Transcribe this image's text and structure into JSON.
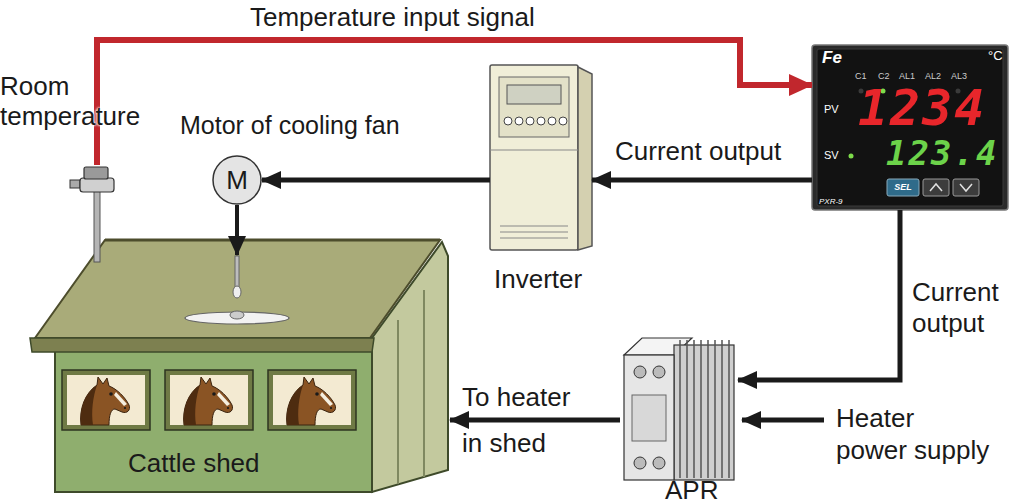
{
  "diagram": {
    "nodes": [
      {
        "text": [
          "Room temperature"
        ]
      },
      {
        "text": [
          "Motor of cooling fan",
          "M"
        ]
      },
      {
        "text": [
          "Inverter"
        ]
      },
      {
        "text": [
          "Fe",
          "°C",
          "C1",
          "C2",
          "AL1",
          "AL2",
          "AL3",
          "PV",
          "1234",
          "SV",
          "123.4",
          "SEL",
          "PXR-9"
        ]
      },
      {
        "text": [
          "Cattle shed"
        ]
      },
      {
        "text": [
          "APR"
        ]
      }
    ],
    "edges": [
      {
        "from": 0,
        "to": 3,
        "arrow": "to",
        "label": "Temperature input signal"
      },
      {
        "from": 3,
        "to": 2,
        "arrow": "to",
        "label": "Current output"
      },
      {
        "from": 2,
        "to": 1,
        "arrow": "to"
      },
      {
        "from": 1,
        "to": 4,
        "arrow": "to"
      },
      {
        "from": 3,
        "to": 5,
        "arrow": "to",
        "label": "Current output"
      },
      {
        "from": 5,
        "to": 4,
        "arrow": "to",
        "label": "To heater in shed"
      }
    ],
    "labels": [
      "Heater power supply"
    ]
  }
}
